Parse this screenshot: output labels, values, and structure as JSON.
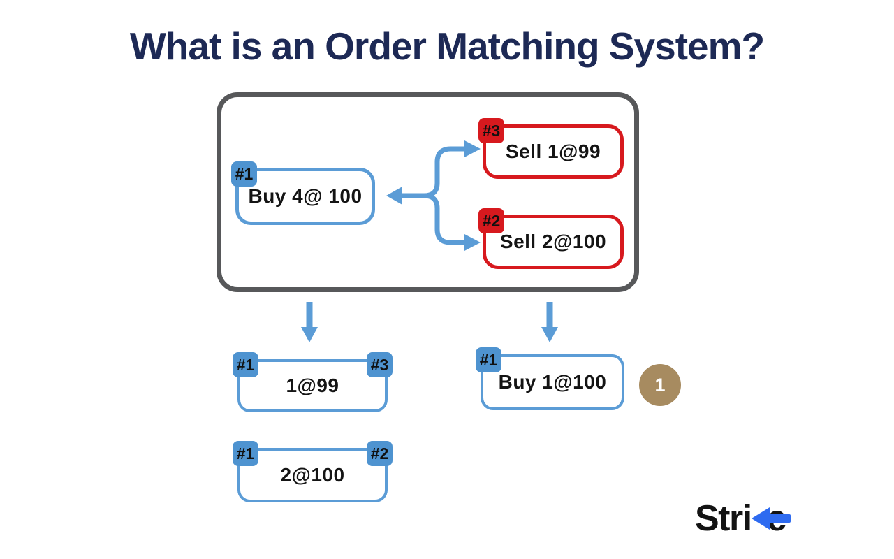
{
  "title": "What is an Order Matching System?",
  "order_book": {
    "buy_order": {
      "tag": "#1",
      "label": "Buy 4@ 100"
    },
    "sell_order_top": {
      "tag": "#3",
      "label": "Sell 1@99"
    },
    "sell_order_bottom": {
      "tag": "#2",
      "label": "Sell 2@100"
    }
  },
  "matched_trades": {
    "trade_top": {
      "tag_left": "#1",
      "tag_right": "#3",
      "label": "1@99"
    },
    "trade_bottom": {
      "tag_left": "#1",
      "tag_right": "#2",
      "label": "2@100"
    }
  },
  "remaining_order": {
    "tag": "#1",
    "label": "Buy 1@100"
  },
  "step_badge": "1",
  "logo": {
    "text_left": "Stri",
    "text_right": "e"
  },
  "colors": {
    "navy": "#1d2955",
    "panel_border": "#57585a",
    "blue": "#5b9cd6",
    "blue_tag": "#4e93d0",
    "red": "#d7191e",
    "tan": "#a78b60",
    "logo_blue": "#2e6bf0",
    "ink": "#141414"
  }
}
